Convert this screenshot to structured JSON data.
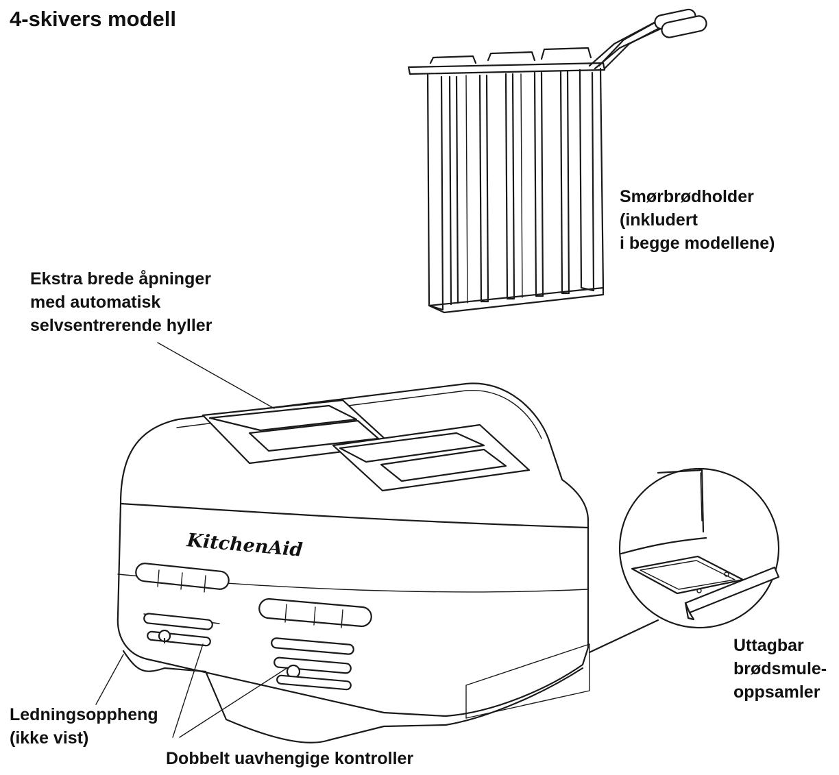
{
  "title": "4-skivers modell",
  "brand_mark": "KitchenAid",
  "labels": {
    "sandwich_rack": [
      "Smørbrødholder",
      "(inkludert",
      "i begge modellene)"
    ],
    "wide_slots": [
      "Ekstra brede åpninger",
      "med automatisk",
      "selvsentrerende hyller"
    ],
    "crumb_tray": [
      "Uttagbar",
      "brødsmule-",
      "oppsamler"
    ],
    "cord_wrap": [
      "Ledningsoppheng",
      "(ikke vist)"
    ],
    "dual_controls": "Dobbelt uavhengige kontroller"
  }
}
